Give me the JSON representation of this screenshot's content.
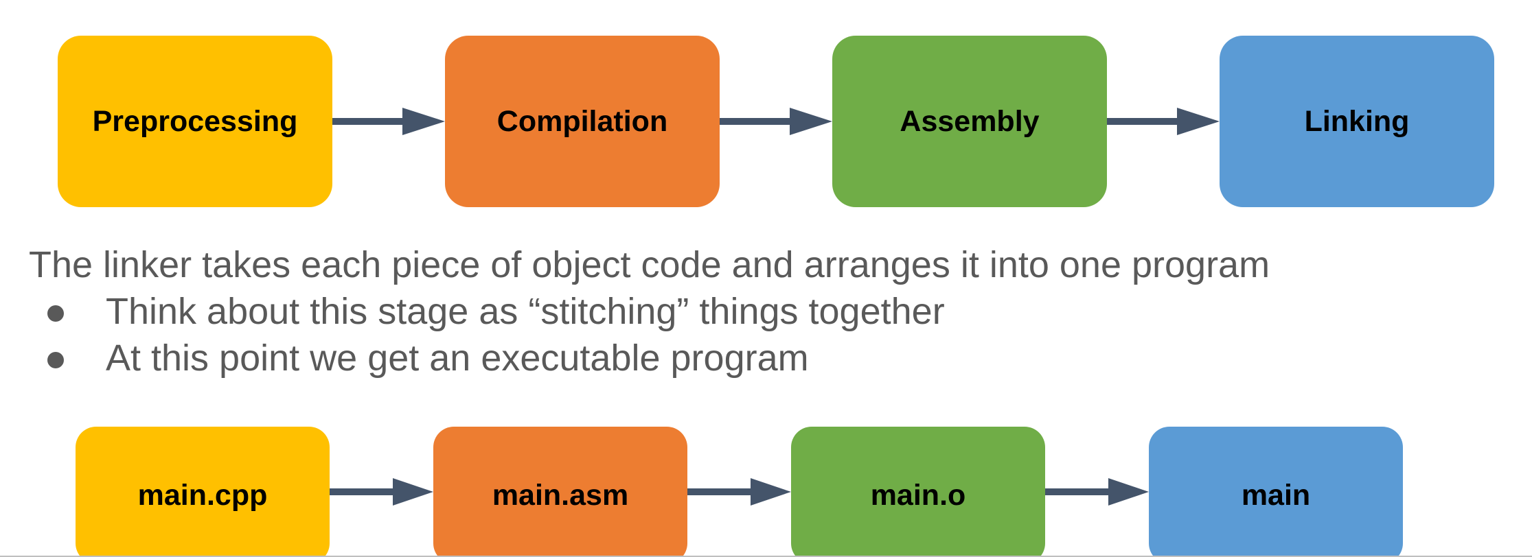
{
  "stages": [
    {
      "label": "Preprocessing",
      "color": "#ffc000"
    },
    {
      "label": "Compilation",
      "color": "#ed7d31"
    },
    {
      "label": "Assembly",
      "color": "#70ad47"
    },
    {
      "label": "Linking",
      "color": "#5b9bd5"
    }
  ],
  "description": {
    "main": "The linker takes each piece of object code and arranges it into one program",
    "bullets": [
      "Think about this stage as “stitching” things together",
      "At this point we get an executable program"
    ]
  },
  "files": [
    {
      "label": "main.cpp",
      "color": "#ffc000"
    },
    {
      "label": "main.asm",
      "color": "#ed7d31"
    },
    {
      "label": "main.o",
      "color": "#70ad47"
    },
    {
      "label": "main",
      "color": "#5b9bd5"
    }
  ],
  "arrow_color": "#44546a",
  "text_color": "#595959"
}
